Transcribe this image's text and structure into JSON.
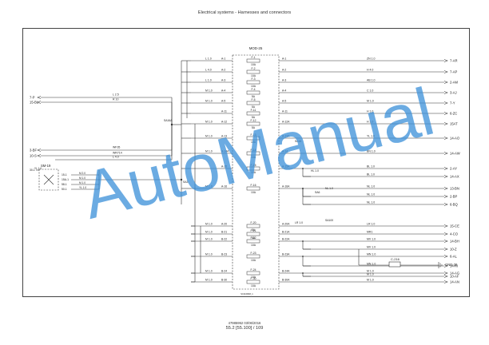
{
  "header": {
    "title": "Electrical systems - Harnesses and connectors"
  },
  "watermark": {
    "text": "AutoManual",
    "color": "#3a8fd8"
  },
  "diagram": {
    "module_label": "MOD-25",
    "caption": "SC110R48_1",
    "left_terminals": [
      {
        "id": "7-P"
      },
      {
        "id": "15-BL"
      },
      {
        "id": "3-BF"
      },
      {
        "id": "10-S"
      }
    ],
    "left_wires": [
      {
        "label": "L 2.5"
      },
      {
        "label": "R 10"
      },
      {
        "label": "WF35"
      },
      {
        "label": "WR714"
      },
      {
        "label": "L 4.0"
      }
    ],
    "splice_main": "SA16A",
    "splice_left": "SA3",
    "switch": {
      "label": "SM-19",
      "pins": [
        "30-1",
        "15-1",
        "15A-1",
        "58-1",
        "50-1"
      ],
      "wires": [
        "YL 1.0",
        "M 2.0",
        "M 1.0",
        "M 1.0",
        "YL 1.0"
      ]
    },
    "rows": [
      {
        "lw": "L 1.0",
        "lp": "A-1",
        "fp": "F-1",
        "amp": "10A",
        "rp": "A-1",
        "rw": "ZN 1.0",
        "out": "7-AR"
      },
      {
        "lw": "L 4.0",
        "lp": "A-2",
        "fp": "F-2",
        "amp": "10A",
        "rp": "A-2",
        "rw": "H 4.0",
        "out": "7-AP"
      },
      {
        "lw": "L 1.0",
        "lp": "A-3",
        "fp": "F-3",
        "amp": "10A",
        "rp": "A-3",
        "rw": "AB 1.0",
        "out": "2-AM"
      },
      {
        "lw": "M 1.0",
        "lp": "A-4",
        "fp": "F-4",
        "amp": "5A",
        "rp": "A-4",
        "rw": "C 1.0",
        "out": "3-AJ"
      },
      {
        "lw": "M 1.0",
        "lp": "A-5",
        "fp": "F-5",
        "amp": "5A",
        "rp": "A-5",
        "rw": "M 1.0",
        "out": "7-Y"
      },
      {
        "lw": "",
        "lp": "A-11",
        "fp": "F-11",
        "amp": "5A",
        "rp": "A-11",
        "rw": "H 1.0",
        "out": "6-ZC"
      },
      {
        "lw": "M 1.0",
        "lp": "A-12",
        "fp": "F-12",
        "amp": "5A",
        "rp": "A-12A",
        "rw": "H 1.0",
        "out": "15AT"
      },
      {
        "lw": "M 1.0",
        "lp": "A-13",
        "fp": "F-13",
        "amp": "10A",
        "rp": "A-13A",
        "rw": "YL 1.0",
        "out": "14-AO"
      },
      {
        "lw": "M 1.0",
        "lp": "A-14A",
        "fp": "F-14",
        "amp": "10A",
        "rp": "A-14",
        "rw": "BN 1.0",
        "out": "14-AW"
      },
      {
        "lw": "",
        "lp": "A-15",
        "fp": "F-15",
        "amp": "10A",
        "rp": "A-15A",
        "rw": "BL 1.0",
        "out": "2-AY"
      },
      {
        "lw": "",
        "lp": "",
        "fp": "",
        "amp": "",
        "rp": "",
        "rw": "BL 1.0",
        "out": "14-AX"
      },
      {
        "lw": "M 1.0",
        "lp": "A-16",
        "fp": "F-16",
        "amp": "10A",
        "rp": "A-16A",
        "rw": "NL 1.0",
        "out": "13-BN"
      },
      {
        "lw": "",
        "lp": "",
        "fp": "",
        "amp": "",
        "rp": "",
        "rw": "NL 1.0",
        "out": "2-BP"
      },
      {
        "lw": "",
        "lp": "",
        "fp": "",
        "amp": "",
        "rp": "",
        "rw": "NL 1.0",
        "out": "6-BQ"
      },
      {
        "lw": "M 1.0",
        "lp": "A-20",
        "fp": "F-20",
        "amp": "5A",
        "rp": "A-20A",
        "rw": "LR 1.0",
        "out": "15-CE"
      },
      {
        "lw": "M 1.0",
        "lp": "B-21",
        "fp": "F-21",
        "amp": "5A",
        "rp": "B-21A",
        "rw": "MR1",
        "out": "4-CO"
      },
      {
        "lw": "M 1.0",
        "lp": "B-22",
        "fp": "F-22",
        "amp": "10A",
        "rp": "B-22A",
        "rw": "MV 1.0",
        "out": "14-BH"
      },
      {
        "lw": "",
        "lp": "",
        "fp": "",
        "amp": "",
        "rp": "",
        "rw": "MV 1.0",
        "out": "10-Z"
      },
      {
        "lw": "M 1.0",
        "lp": "B-23",
        "fp": "F-23",
        "amp": "10A",
        "rp": "B-23A",
        "rw": "MN 1.0",
        "out": "6-AL"
      },
      {
        "lw": "",
        "lp": "",
        "fp": "",
        "amp": "",
        "rp": "",
        "rw": "MN 1.0",
        "out": "14-AI"
      },
      {
        "lw": "M 1.0",
        "lp": "B-24",
        "fp": "F-24",
        "amp": "10A",
        "rp": "B-24A",
        "rw": "M 1.0",
        "out": "14-AG"
      },
      {
        "lw": "",
        "lp": "",
        "fp": "",
        "amp": "",
        "rp": "",
        "rw": "M 1.0",
        "out": "10-AF"
      },
      {
        "lw": "M 1.0",
        "lp": "B-30",
        "fp": "F-30",
        "amp": "10A",
        "rp": "B-30A",
        "rw": "M 1.0",
        "out": "14-AN"
      }
    ],
    "extra_labels": [
      "SA18",
      "SA6",
      "SA100",
      "HL 1.0",
      "NL 1.0",
      "LR 1.0"
    ],
    "ground": {
      "connector": "C-216",
      "label": "GND-38"
    }
  },
  "footer": {
    "line1": "47985952 03/06/2016",
    "line2": "55.2 [55.100] / 109"
  }
}
